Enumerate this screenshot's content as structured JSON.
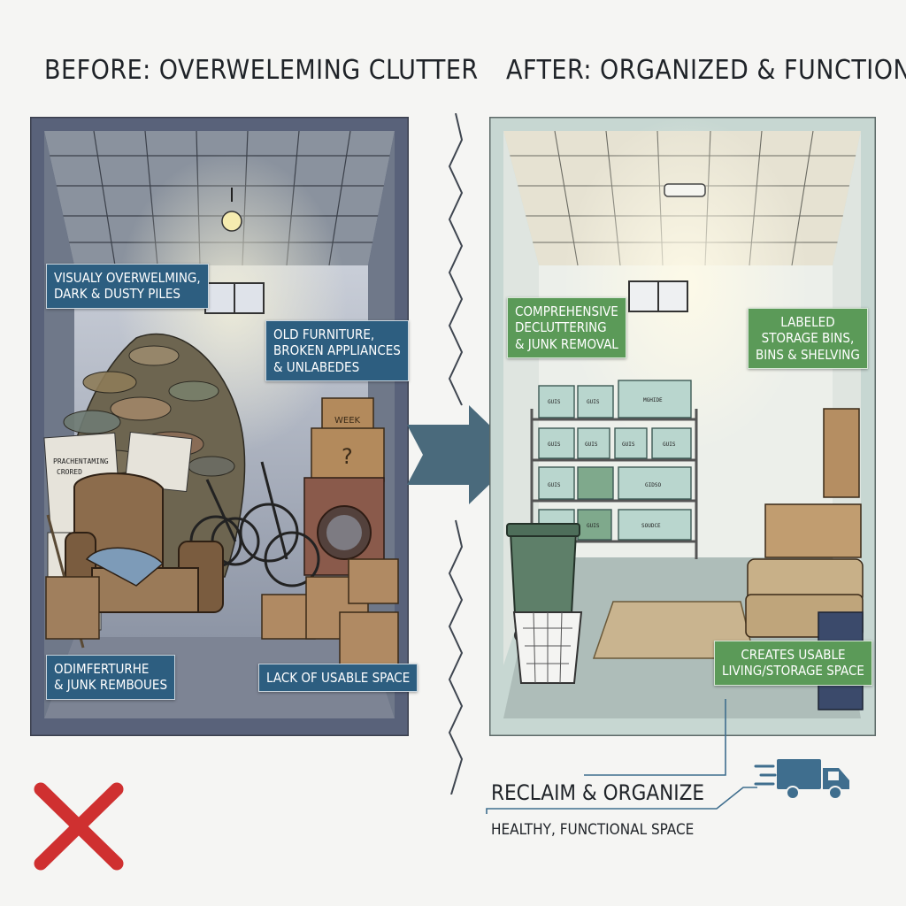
{
  "before": {
    "heading": "BEFORE: OVERWELEMING CLUTTER",
    "labels": {
      "visually": [
        "VISUALY OVERWELMING,",
        "DARK & DUSTY PILES"
      ],
      "furniture": [
        "OLD FURNITURE,",
        "BROKEN APPLIANCES",
        "& UNLABEDES"
      ],
      "junk": [
        "ODIMFERTURHE",
        "& JUNK REMBOUES"
      ],
      "space": [
        "LACK OF USABLE SPACE"
      ]
    },
    "box_marks": [
      "WEEK",
      "?"
    ],
    "newspaper_text": [
      "PRACHENTAMING",
      "CRORED"
    ]
  },
  "after": {
    "heading": "AFTER: ORGANIZED & FUNCTIONAL",
    "labels": {
      "decluttering": [
        "COMPREHENSIVE",
        "DECLUTTERING",
        "& JUNK REMOVAL"
      ],
      "storage": [
        "LABELED",
        "STORAGE BINS,",
        "BINS & SHELVING"
      ],
      "living": [
        "CREATES USABLE",
        "LIVING/STORAGE SPACE"
      ]
    },
    "bin_labels": [
      "GUIS",
      "GUIS",
      "MGHIDE",
      "GUIS",
      "GUIS",
      "GUIS",
      "GUIS",
      "GUIS",
      "GIDSO",
      "GUIS",
      "SOUDCE"
    ]
  },
  "footer": {
    "title": "RECLAIM & ORGANIZE",
    "subtitle": "HEALTHY, FUNCTIONAL SPACE"
  },
  "icons": {
    "arrow": "right-arrow-icon",
    "truck": "delivery-truck-icon",
    "cross": "red-x-icon"
  },
  "colors": {
    "label_blue": "#2d5e80",
    "label_green": "#5b9a58",
    "arrow": "#4a6a7c",
    "cross": "#cf3030",
    "truck": "#3f6e8e"
  }
}
